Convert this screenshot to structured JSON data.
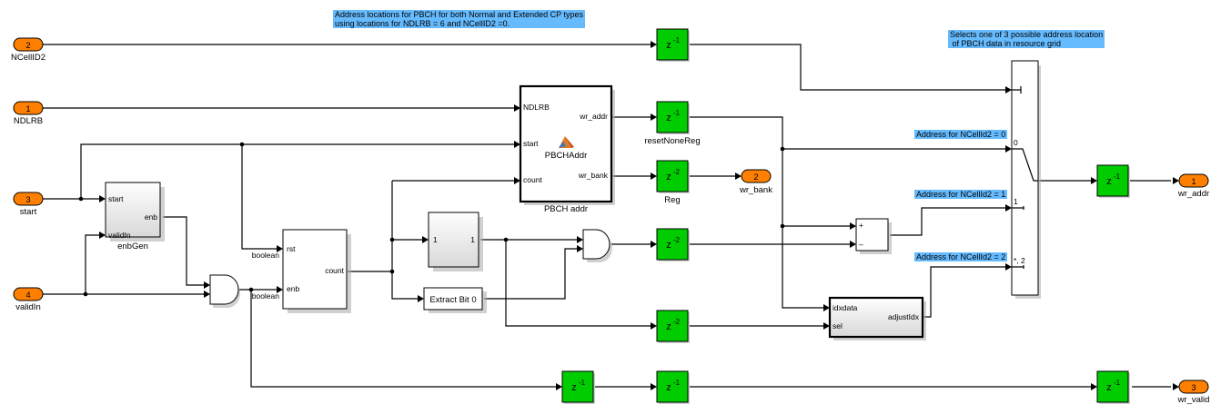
{
  "annotations": {
    "top_note": "Address locations for PBCH for both Normal and Extended CP types\nusing locations for NDLRB = 6 and NCellID2 =0.",
    "selector_note": "Selects one of 3 possible address location\n of PBCH data in resource grid",
    "addr0_note": "Address for NCellId2 = 0",
    "addr1_note": "Address for NCellId2 = 1",
    "addr2_note": "Address for NCellId2 = 2"
  },
  "inports": [
    {
      "number": "2",
      "name": "NCellID2"
    },
    {
      "number": "1",
      "name": "NDLRB"
    },
    {
      "number": "3",
      "name": "start"
    },
    {
      "number": "4",
      "name": "validIn"
    }
  ],
  "outports": [
    {
      "number": "2",
      "name": "wr_bank"
    },
    {
      "number": "1",
      "name": "wr_addr"
    },
    {
      "number": "3",
      "name": "wr_valid"
    }
  ],
  "blocks": {
    "enbGen": {
      "name": "enbGen",
      "in1": "start",
      "in2": "validIn",
      "out": "enb"
    },
    "counter": {
      "in1": "rst",
      "in2": "enb",
      "out": "count",
      "type1": "boolean",
      "type2": "boolean"
    },
    "pbch": {
      "name": "PBCH addr",
      "func": "PBCHAddr",
      "in1": "NDLRB",
      "in2": "start",
      "in3": "count",
      "out1": "wr_addr",
      "out2": "wr_bank"
    },
    "subsys1": {
      "in": "1",
      "out": "1"
    },
    "extract": {
      "label": "Extract Bit 0"
    },
    "sum": {
      "plus": "+",
      "minus": "–"
    },
    "adjust": {
      "in1": "idxdata",
      "in2": "sel",
      "out": "adjustIdx"
    },
    "switch": {
      "p0": "0",
      "p1": "1",
      "p2": "*, 2"
    }
  },
  "delays": {
    "ncell": {
      "base": "z",
      "exp": "-1"
    },
    "reset": {
      "base": "z",
      "exp": "-1",
      "name": "resetNoneReg"
    },
    "reg": {
      "base": "z",
      "exp": "-2",
      "name": "Reg"
    },
    "and_delay": {
      "base": "z",
      "exp": "-2"
    },
    "sel_delay": {
      "base": "z",
      "exp": "-2"
    },
    "out_addr": {
      "base": "z",
      "exp": "-1"
    },
    "valid1": {
      "base": "z",
      "exp": "-1"
    },
    "valid2": {
      "base": "z",
      "exp": "-1"
    },
    "valid3": {
      "base": "z",
      "exp": "-1"
    }
  }
}
